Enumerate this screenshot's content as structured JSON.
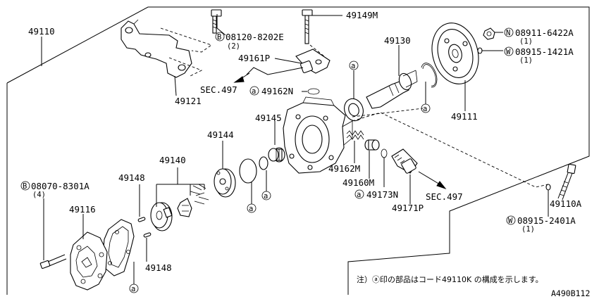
{
  "diagram": {
    "reference_code": "A490B112",
    "note": "注）ⓐ印の部品はコード49110K の構成を示します。",
    "note_symbol": "a",
    "parts": {
      "p49110": "49110",
      "p49121": "49121",
      "p08120_bolt": "08120-8202E",
      "p08120_bolt_qty": "(2)",
      "p49149m": "49149M",
      "p49161p": "49161P",
      "sec497_top": "SEC.497",
      "p49162n": "49162N",
      "p49130": "49130",
      "p08911_nut": "08911-6422A",
      "p08911_nut_qty": "(1)",
      "p08915_washer_top": "08915-1421A",
      "p08915_washer_top_qty": "(1)",
      "p49111": "49111",
      "p49145": "49145",
      "p49144": "49144",
      "p49140": "49140",
      "p49148_top": "49148",
      "p49148_bottom": "49148",
      "p08070_bolt": "08070-8301A",
      "p08070_bolt_qty": "(4)",
      "p49116": "49116",
      "p49162m": "49162M",
      "p49160m": "49160M",
      "p49173n": "49173N",
      "p49171p": "49171P",
      "sec497_bottom": "SEC.497",
      "p49110a": "49110A",
      "p08915_washer_bottom": "08915-2401A",
      "p08915_washer_bottom_qty": "(1)"
    },
    "markers": {
      "B": "B",
      "N": "N",
      "W": "W",
      "a": "a"
    }
  }
}
